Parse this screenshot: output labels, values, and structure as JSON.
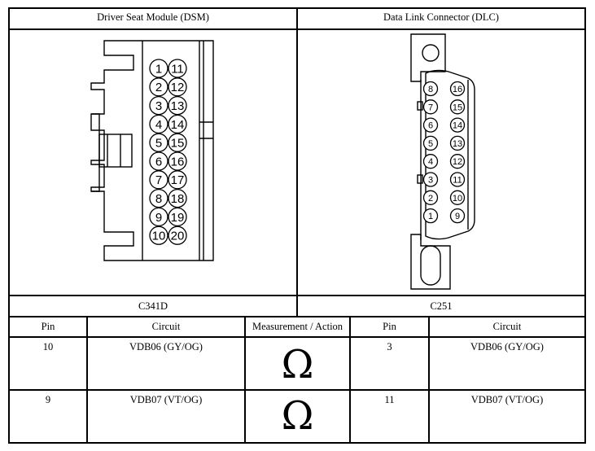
{
  "connectors": {
    "left": {
      "title": "Driver Seat Module (DSM)",
      "code": "C341D",
      "pins_col_a": [
        "1",
        "2",
        "3",
        "4",
        "5",
        "6",
        "7",
        "8",
        "9",
        "10"
      ],
      "pins_col_b": [
        "11",
        "12",
        "13",
        "14",
        "15",
        "16",
        "17",
        "18",
        "19",
        "20"
      ]
    },
    "right": {
      "title": "Data Link Connector (DLC)",
      "code": "C251",
      "pins_col_a": [
        "8",
        "7",
        "6",
        "5",
        "4",
        "3",
        "2",
        "1"
      ],
      "pins_col_b": [
        "16",
        "15",
        "14",
        "13",
        "12",
        "11",
        "10",
        "9"
      ]
    }
  },
  "table": {
    "headers": {
      "pin_left": "Pin",
      "circuit_left": "Circuit",
      "measurement": "Measurement / Action",
      "pin_right": "Pin",
      "circuit_right": "Circuit"
    },
    "rows": [
      {
        "pin_left": "10",
        "circuit_left": "VDB06 (GY/OG)",
        "symbol": "Ω",
        "pin_right": "3",
        "circuit_right": "VDB06 (GY/OG)"
      },
      {
        "pin_left": "9",
        "circuit_left": "VDB07 (VT/OG)",
        "symbol": "Ω",
        "pin_right": "11",
        "circuit_right": "VDB07 (VT/OG)"
      }
    ]
  }
}
